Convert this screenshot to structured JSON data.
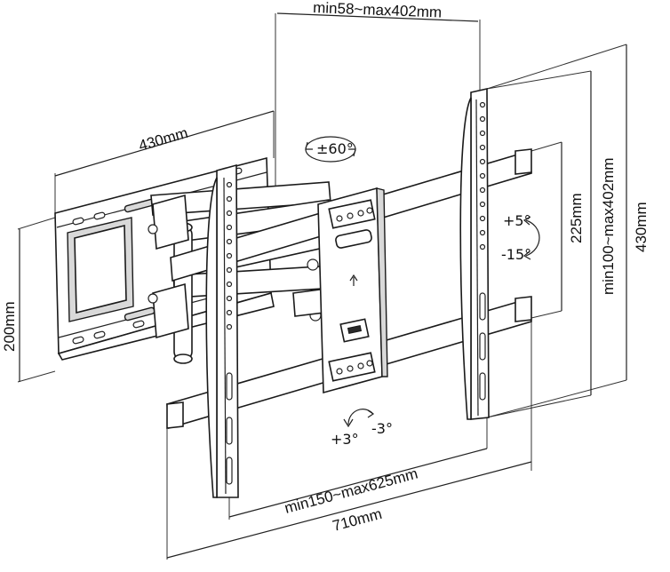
{
  "dimensions": {
    "plate_width": "430mm",
    "plate_height": "200mm",
    "arm_extension": "min58~max402mm",
    "mount_vertical_span": "min100~max402mm",
    "mount_height": "430mm",
    "rail_spacing": "225mm",
    "mount_horizontal_span": "min150~max625mm",
    "overall_width": "710mm"
  },
  "motion": {
    "swivel": "±60°",
    "tilt_up": "+5°",
    "tilt_down": "-15°",
    "rotate_pos": "+3°",
    "rotate_neg": "-3°"
  },
  "colors": {
    "line": "#222222",
    "shade": "#d9d9d9"
  }
}
